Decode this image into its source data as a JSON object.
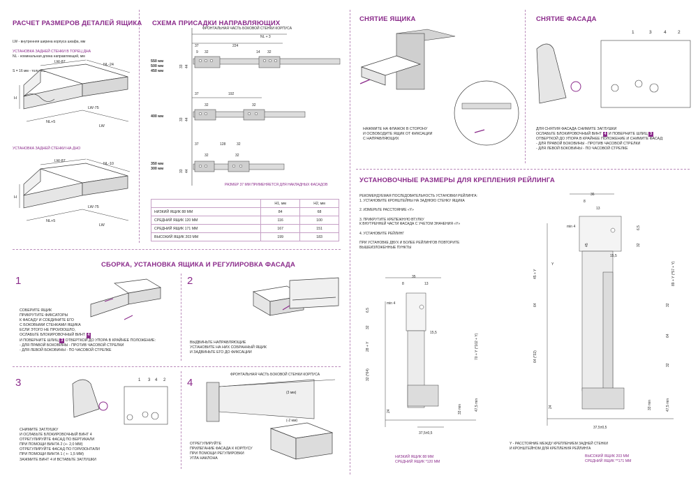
{
  "colors": {
    "accent": "#8a2a8a",
    "line": "#3a3a3a",
    "fill": "#dcdcdc"
  },
  "s1": {
    "title": "РАСЧЕТ РАЗМЕРОВ ДЕТАЛЕЙ ЯЩИКА",
    "legend": [
      "LW - внутренняя ширина корпуса шкафа, мм",
      "NL - номинальная длина направляющей, мм",
      "S = 16 мм - толщина плитного материала"
    ],
    "sub1": "УСТАНОВКА ЗАДНЕЙ СТЕНКИ В ТОРЕЦ ДНА",
    "sub2": "УСТАНОВКА ЗАДНЕЙ СТЕНКИ НА ДНО",
    "d1": {
      "a": "LW-87",
      "b": "NL-24",
      "c": "LW-75",
      "d": "NL+5",
      "e": "LW",
      "h": "H"
    },
    "d2": {
      "a": "LW-87",
      "b": "NL-10",
      "c": "LW-75",
      "d": "NL+5",
      "e": "LW",
      "h": "H"
    }
  },
  "s2": {
    "title": "СХЕМА ПРИСАДКИ НАПРАВЛЯЮЩИХ",
    "front_label": "ФРОНТАЛЬНАЯ ЧАСТЬ БОКОВОЙ СТЕНКИ КОРПУСА",
    "nl": "NL + 3",
    "r1": {
      "label": "550 мм\n500 мм\n450 мм",
      "a": "37",
      "b": "224",
      "c": "9",
      "d": "32",
      "e": "14",
      "f": "32",
      "g": "33",
      "h": "44"
    },
    "r2": {
      "label": "400 мм",
      "a": "37",
      "b": "192",
      "d": "32",
      "f": "32",
      "g": "33",
      "h": "44"
    },
    "r3": {
      "label": "350 мм\n300 мм",
      "a": "37",
      "b": "128",
      "c": "32",
      "d": "32",
      "f": "32",
      "g": "33",
      "h": "44"
    },
    "note": "РАЗМЕР 37 ММ ПРИМЕНЯЕТСЯ ДЛЯ НАКЛАДНЫХ ФАСАДОВ",
    "table": {
      "headers": [
        "",
        "H1, мм",
        "H2, мм"
      ],
      "rows": [
        [
          "НИЗКИЙ ЯЩИК 88 ММ",
          "84",
          "68"
        ],
        [
          "СРЕДНИЙ ЯЩИК 120 ММ",
          "116",
          "100"
        ],
        [
          "СРЕДНИЙ ЯЩИК 171 ММ",
          "167",
          "151"
        ],
        [
          "ВЫСОКИЙ ЯЩИК 203 ММ",
          "199",
          "183"
        ]
      ]
    }
  },
  "s3": {
    "title": "СБОРКА, УСТАНОВКА ЯЩИКА И РЕГУЛИРОВКА ФАСАДА",
    "n1": "1",
    "n2": "2",
    "n3": "3",
    "n4": "4",
    "t1_a": "СОБЕРИТЕ ЯЩИК\nПРИКРУТИТЕ ФИКСАТОРЫ\nК ФАСАДУ И СОЕДИНИТЕ ЕГО\nС БОКОВЫМИ СТЕНКАМИ ЯЩИКА\nЕСЛИ ЭТОГО НЕ ПРОИЗОШЛО,\nОСЛАБЬТЕ БЛОКИРОВОЧНЫЙ ВИНТ ",
    "t1_b": "4",
    "t1_c": "\nИ ПОВЕРНИТЕ ШЛИЦ ",
    "t1_d": "3",
    "t1_e": " ОТВЕРТКОЙ ДО УПОРА В КРАЙНЕЕ ПОЛОЖЕНИЕ:\n- ДЛЯ ПРАВОЙ БОКОВИНЫ - ПРОТИВ ЧАСОВОЙ СТРЕЛКИ\n- ДЛЯ ЛЕВОЙ БОКОВИНЫ - ПО ЧАСОВОЙ СТРЕЛКЕ",
    "t2": "ВЫДВИНЬТЕ НАПРАВЛЯЮЩИЕ\nУСТАНОВИТЕ НА НИХ СОБРАННЫЙ ЯЩИК\nИ ЗАДВИНЬТЕ ЕГО ДО ФИКСАЦИИ",
    "t3": "СНИМИТЕ ЗАГЛУШКУ\nИ ОСЛАБЬТЕ БЛОКИРОВОЧНЫЙ ВИНТ 4\nОТРЕГУЛИРУЙТЕ ФАСАД ПО ВЕРТИКАЛИ\nПРИ ПОМОЩИ ВИНТА 2 (+- 2,0 ММ)\nОТРЕГУЛИРУЙТЕ ФАСАД ПО ГОРИЗОНТАЛИ\nПРИ ПОМОЩИ ВИНТА 1 ( +- 1,5 ММ)\nЗАЖМИТЕ ВИНТ 4 И ВСТАВЬТЕ ЗАГЛУШКИ",
    "t4": "ОТРЕГУЛИРУЙТЕ\nПРИЛЕГАНИЕ ФАСАДА К КОРПУСУ\nПРИ ПОМОЩИ РЕГУЛИРОВКИ\nУГЛА НАКЛОНА",
    "t4_front": "ФРОНТАЛЬНАЯ ЧАСТЬ БОКОВОЙ СТЕНКИ КОРПУСА",
    "t4_p": "(3 мм)",
    "t4_m": "(-2 мм)",
    "callouts": [
      "1",
      "3",
      "4",
      "2"
    ]
  },
  "s4": {
    "title": "СНЯТИЕ ЯЩИКА",
    "text": "НАЖМИТЕ НА ФЛАЖОК В СТОРОНУ\nИ ОСВОБОДИТЕ ЯЩИК ОТ ФИКСАЦИИ\nС НАПРАВЛЯЮЩИХ"
  },
  "s5": {
    "title": "СНЯТИЕ ФАСАДА",
    "callouts": [
      "1",
      "3",
      "4",
      "2"
    ],
    "text_a": "ДЛЯ СНЯТИЯ ФАСАДА СНИМИТЕ ЗАГЛУШКИ\nОСЛАБЬТЕ БЛОКИРОВОЧНЫЙ ВИНТ ",
    "text_b": "4",
    "text_c": " И ПОВЕРНИТЕ ШЛИЦ ",
    "text_d": "3",
    "text_e": "\nОТВЕРТКОЙ ДО УПОРА В КРАЙНЕЕ ПОЛОЖЕНИЕ И СНИМИТЕ ФАСАД:\n- ДЛЯ ПРАВОЙ БОКОВИНЫ - ПРОТИВ ЧАСОВОЙ СТРЕЛКИ\n- ДЛЯ ЛЕВОЙ БОКОВИНЫ - ПО ЧАСОВОЙ СТРЕЛКЕ"
  },
  "s6": {
    "title": "УСТАНОВОЧНЫЕ РАЗМЕРЫ ДЛЯ КРЕПЛЕНИЯ РЕЙЛИНГА",
    "steps": "РЕКОМЕНДУЕМАЯ ПОСЛЕДОВАТЕЛЬНОСТЬ УСТАНОВКИ РЕЙЛИНГА:\n1. УСТАНОВИТЕ КРОНШТЕЙНЫ НА ЗАДНЮЮ СТЕНКУ ЯЩИКА\n\n2. ИЗМЕРЬТЕ РАССТОЯНИЕ «Y»\n\n3. ПРИКРУТИТЕ КРЕПЕЖНУЮ ВТУЛКУ\nК ВНУТРЕННЕЙ ЧАСТИ ФАСАДА С УЧЕТОМ ЗНАЧЕНИЯ «Y»\n\n4. УСТАНОВИТЕ РЕЙЛИНГ\n\nПРИ УСТАНОВКЕ ДВУХ И БОЛЕЕ РЕЙЛИНГОВ ПОВТОРИТЕ\nВЫШЕИЗЛОЖЕННЫЕ ПУНКТЫ",
    "left": {
      "w35": "35",
      "w8": "8",
      "w13": "13",
      "min4": "min 4",
      "d65": "6,5",
      "d32": "32",
      "d155": "15,5",
      "y28": "28 + Y",
      "y70": "70 + Y (*102 + Y)",
      "d32b": "32 (*64)",
      "d24": "24",
      "d33": "33 min",
      "d475": "47,5 min",
      "d375": "37,5±0,5",
      "cap": "НИЗКИЙ ЯЩИК 88 ММ\nСРЕДНИЙ ЯЩИК *120 ММ"
    },
    "right": {
      "w36": "36",
      "w8": "8",
      "w13": "13",
      "min4": "min 4",
      "d65": "6,5",
      "d45": "45",
      "d32": "32",
      "d155": "15,5",
      "y45": "45 + Y",
      "yr": "89 + Y (*57 + Y)",
      "d64a": "64",
      "d32c": "32",
      "d64b": "64",
      "d64c": "64 (*32)",
      "d32d": "32",
      "d24": "24",
      "d33": "33 min",
      "d475": "47,5 min",
      "d375": "37,5±0,5",
      "y": "Y",
      "note": "Y - РАССТОЯНИЕ МЕЖДУ КРЕПЛЕНИЕМ ЗАДНЕЙ СТЕНКИ\nИ КРОНШТЕЙНОМ ДЛЯ КРЕПЛЕНИЯ РЕЙЛИНГА",
      "cap": "ВЫСОКИЙ ЯЩИК 203 ММ\nСРЕДНИЙ ЯЩИК **171 ММ"
    }
  }
}
